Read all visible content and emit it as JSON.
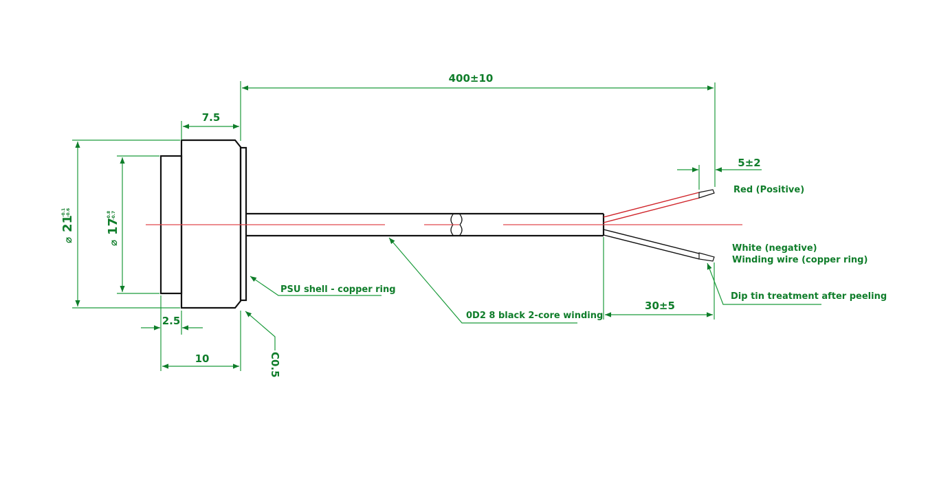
{
  "drawing": {
    "dimensions": {
      "total_length": "400±10",
      "body_width": "7.5",
      "outer_diameter": "21",
      "outer_diameter_symbol": "⌀",
      "outer_tol_upper": "-0.1",
      "outer_tol_lower": "-0.6",
      "inner_diameter": "17",
      "inner_diameter_symbol": "⌀",
      "inner_tol_upper": "-0.8",
      "inner_tol_lower": "-0.7",
      "boss_width": "2.5",
      "overall_body": "10",
      "strip_length": "5±2",
      "split_length": "30±5",
      "chamfer": "C0.5"
    },
    "labels": {
      "psu_shell": "PSU shell - copper ring",
      "cable": "0D2 8 black 2-core winding",
      "red_wire": "Red (Positive)",
      "white_wire": "White (negative)",
      "winding_wire": "Winding wire (copper ring)",
      "dip_tin": "Dip tin treatment after peeling"
    },
    "colors": {
      "dimension": "#0f7d2a",
      "centerline": "#e0474c",
      "outline": "#111111"
    }
  }
}
